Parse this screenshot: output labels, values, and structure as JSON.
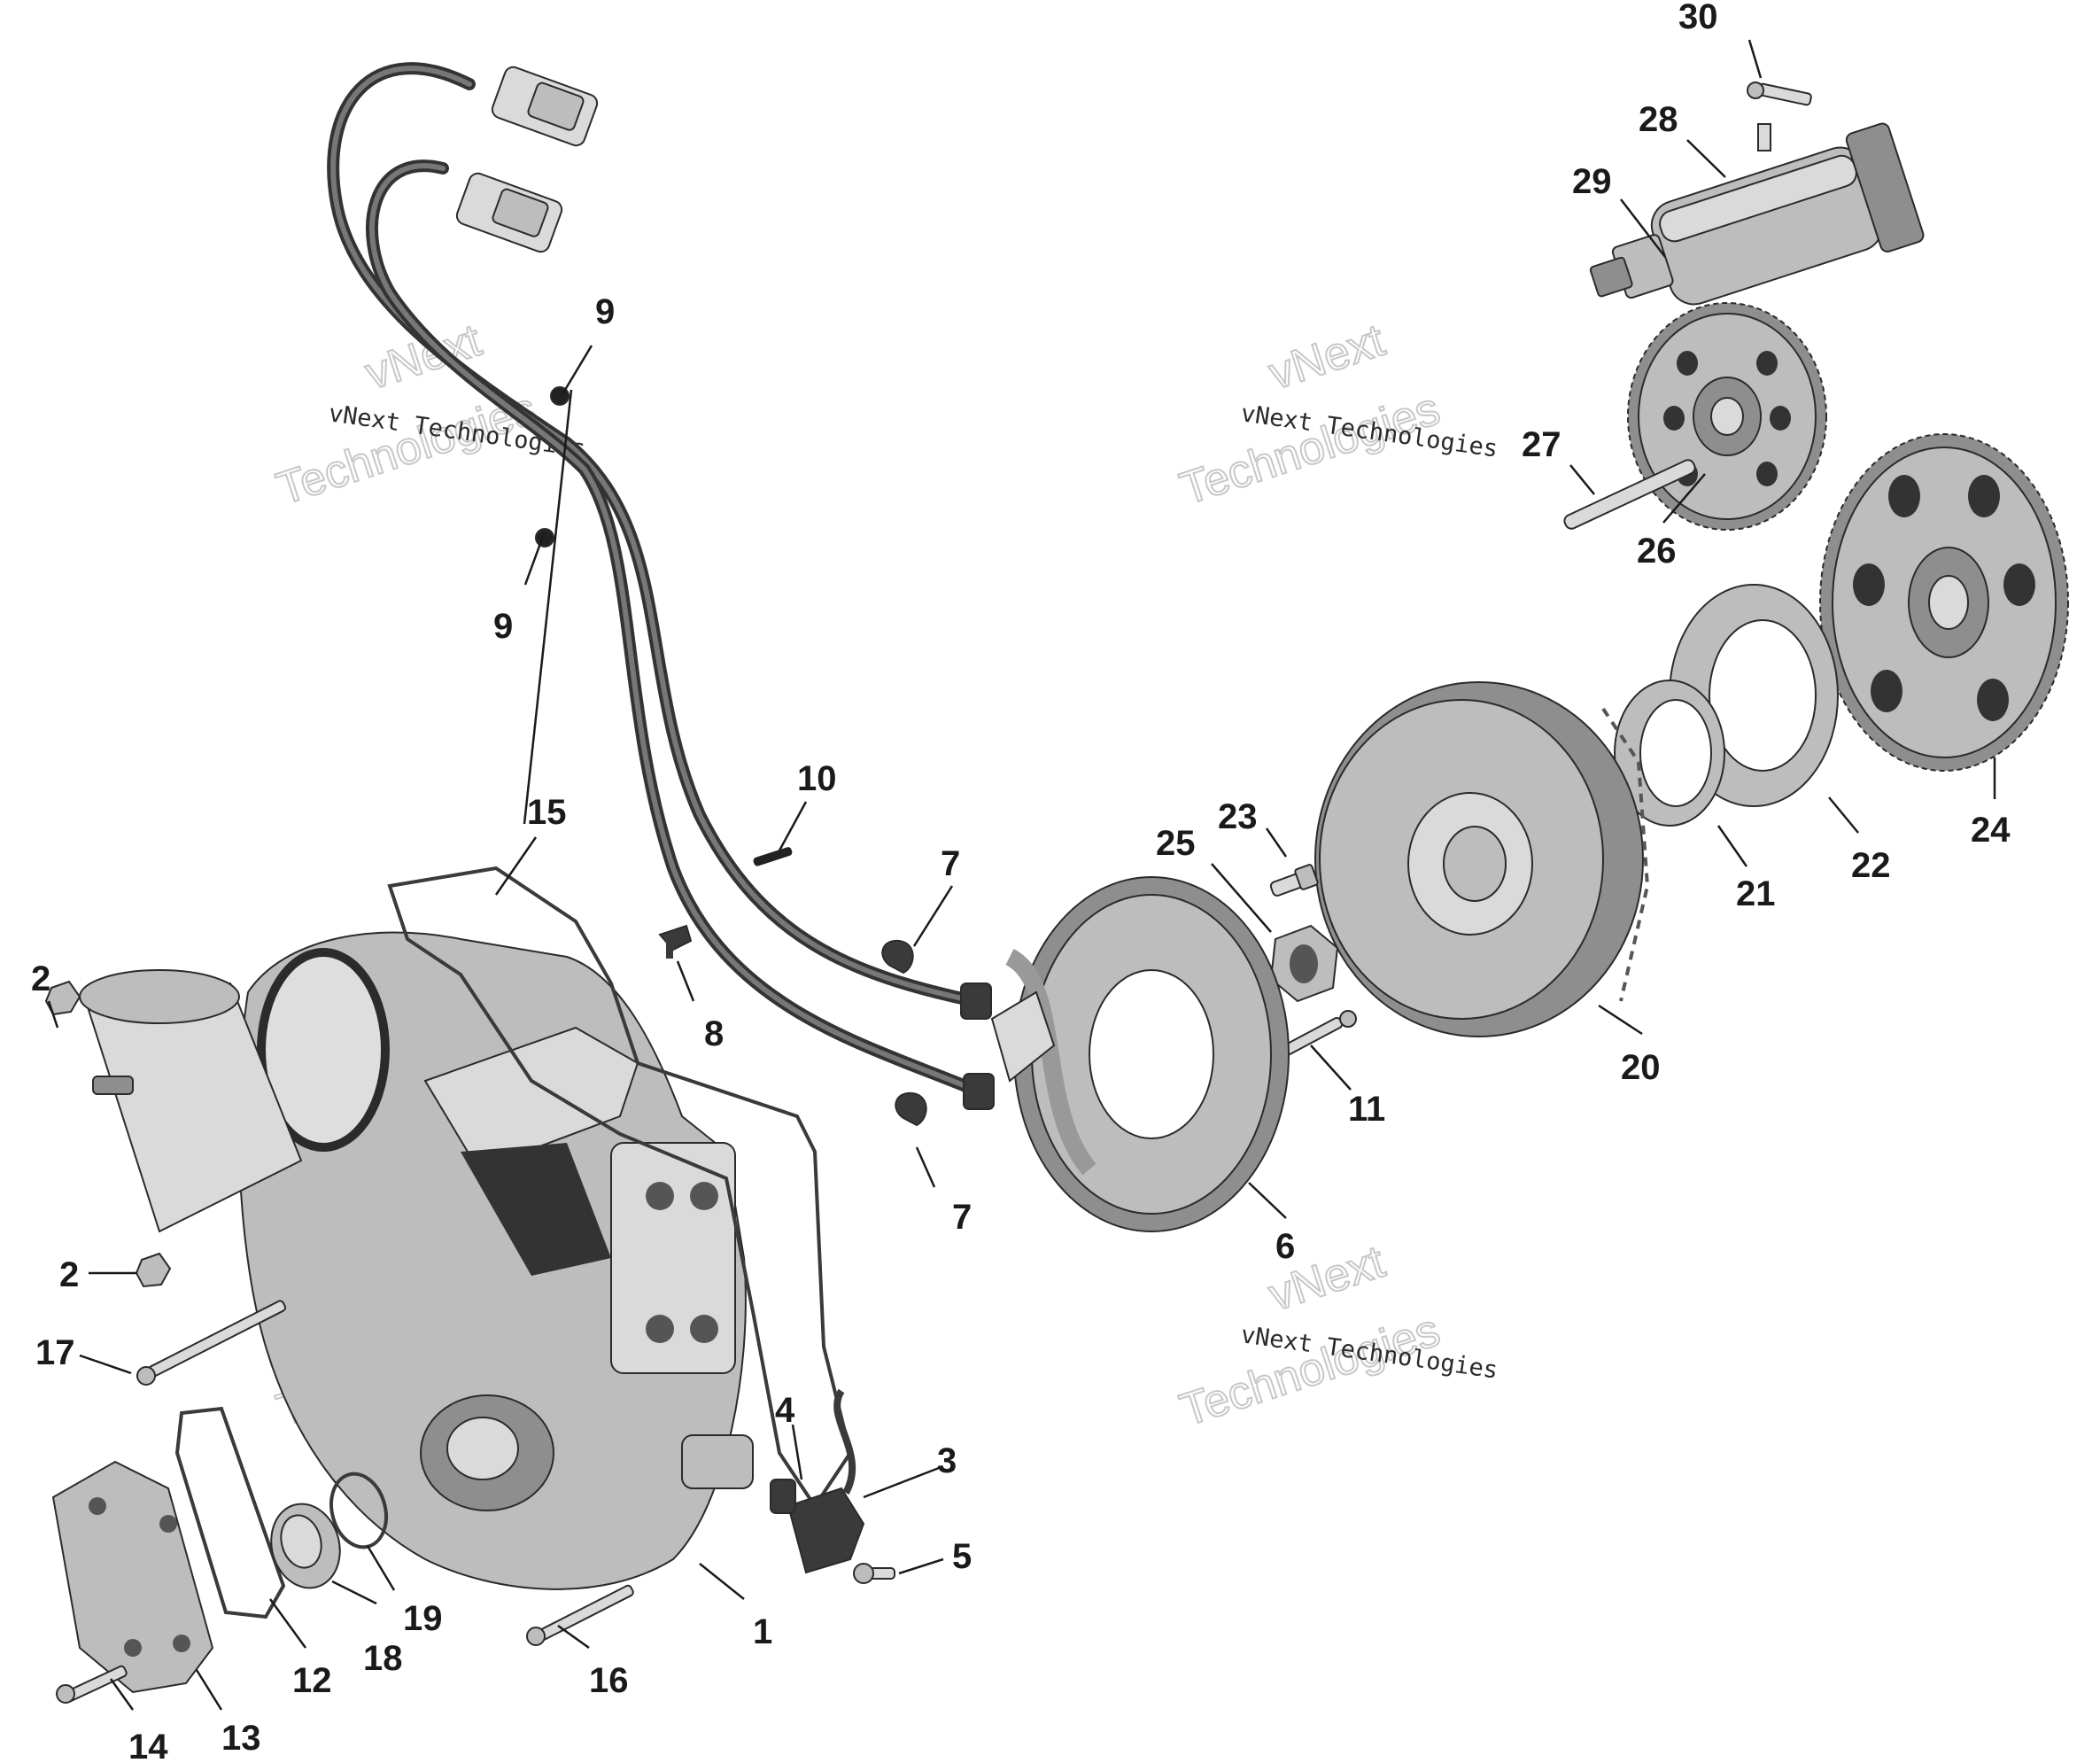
{
  "watermark": {
    "line_small": "vNext Technologies",
    "line_big_1": "vNext",
    "line_big_2": "Technologies"
  },
  "callouts": [
    {
      "id": "c1",
      "label": "1"
    },
    {
      "id": "c2a",
      "label": "2"
    },
    {
      "id": "c2b",
      "label": "2"
    },
    {
      "id": "c3",
      "label": "3"
    },
    {
      "id": "c4",
      "label": "4"
    },
    {
      "id": "c5",
      "label": "5"
    },
    {
      "id": "c6",
      "label": "6"
    },
    {
      "id": "c7a",
      "label": "7"
    },
    {
      "id": "c7b",
      "label": "7"
    },
    {
      "id": "c8",
      "label": "8"
    },
    {
      "id": "c9a",
      "label": "9"
    },
    {
      "id": "c9b",
      "label": "9"
    },
    {
      "id": "c10",
      "label": "10"
    },
    {
      "id": "c11",
      "label": "11"
    },
    {
      "id": "c12",
      "label": "12"
    },
    {
      "id": "c13",
      "label": "13"
    },
    {
      "id": "c14",
      "label": "14"
    },
    {
      "id": "c15",
      "label": "15"
    },
    {
      "id": "c16",
      "label": "16"
    },
    {
      "id": "c17",
      "label": "17"
    },
    {
      "id": "c18",
      "label": "18"
    },
    {
      "id": "c19",
      "label": "19"
    },
    {
      "id": "c20",
      "label": "20"
    },
    {
      "id": "c21",
      "label": "21"
    },
    {
      "id": "c22",
      "label": "22"
    },
    {
      "id": "c23",
      "label": "23"
    },
    {
      "id": "c24",
      "label": "24"
    },
    {
      "id": "c25",
      "label": "25"
    },
    {
      "id": "c26",
      "label": "26"
    },
    {
      "id": "c27",
      "label": "27"
    },
    {
      "id": "c28",
      "label": "28"
    },
    {
      "id": "c29",
      "label": "29"
    },
    {
      "id": "c30",
      "label": "30"
    }
  ]
}
